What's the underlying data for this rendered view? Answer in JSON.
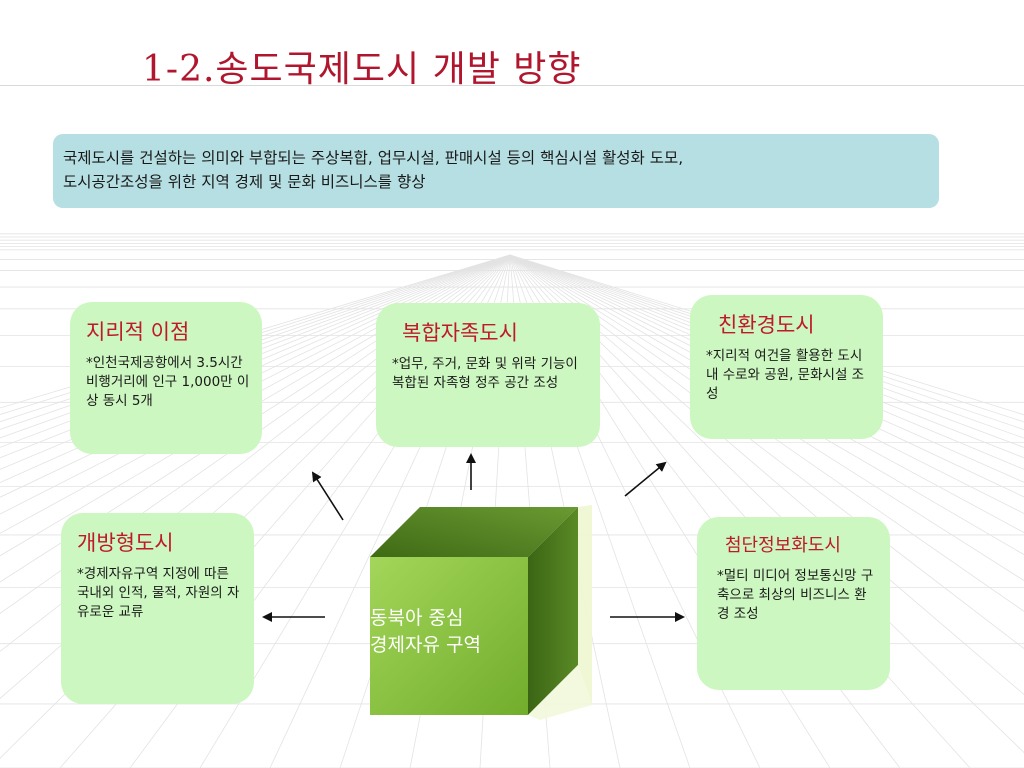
{
  "title": "1-2.송도국제도시 개발 방향",
  "summary": {
    "line1": "국제도시를 건설하는 의미와 부합되는 주상복합, 업무시설, 판매시설 등의 핵심시설 활성화 도모,",
    "line2": "도시공간조성을 위한 지역 경제 및 문화 비즈니스를 향상"
  },
  "boxes": {
    "geography": {
      "heading": "지리적 이점",
      "body": "*인천국제공항에서 3.5시간 비행거리에 인구 1,000만 이상 동시 5개"
    },
    "complex": {
      "heading": "복합자족도시",
      "body": "*업무, 주거, 문화 및 위락 기능이 복합된 자족형 정주 공간 조성"
    },
    "eco": {
      "heading": "친환경도시",
      "body": "*지리적 여건을 활용한 도시내 수로와 공원, 문화시설 조성"
    },
    "open": {
      "heading": "개방형도시",
      "body": "*경제자유구역 지정에 따른 국내외 인적, 물적, 자원의 자유로운 교류"
    },
    "info": {
      "heading": "첨단정보화도시",
      "body": "*멀티 미디어 정보통신망 구축으로 최상의 비즈니스 환경 조성"
    }
  },
  "center": {
    "line1": "동북아 중심",
    "line2": "경제자유 구역"
  },
  "colors": {
    "title": "#b0162e",
    "heading": "#c0192c",
    "summary_bg": "#b5dfe3",
    "box_bg": "#ccf7c0",
    "cube_front": "#8cc63f",
    "cube_top": "#4e7a1e",
    "cube_side": "#3d6616"
  }
}
